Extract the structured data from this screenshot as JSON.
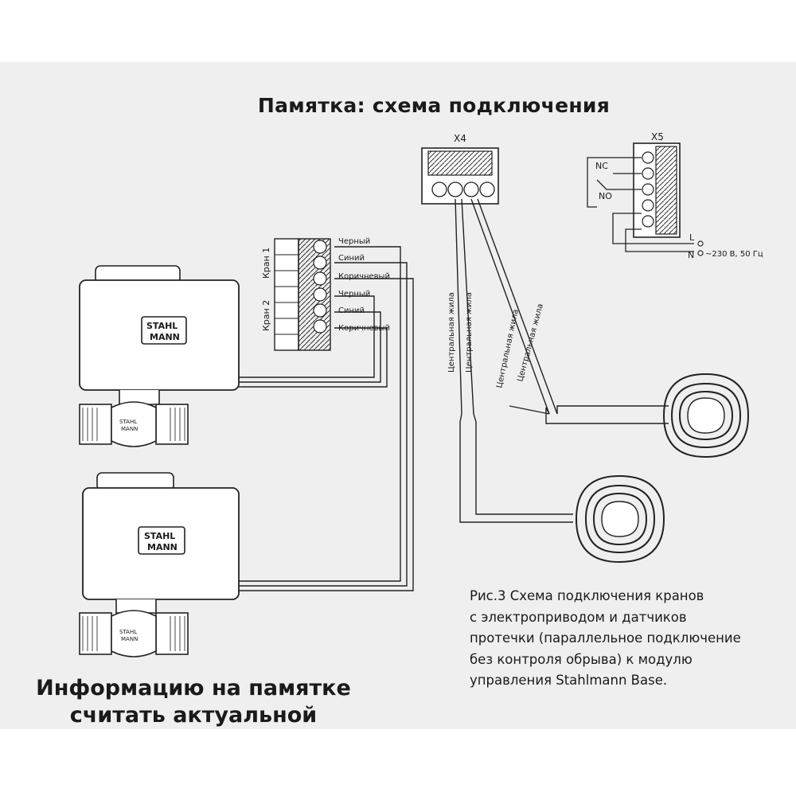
{
  "title": "Памятка: схема подключения",
  "connectors": {
    "x4": "X4",
    "x5": "X5"
  },
  "relay": {
    "nc": "NC",
    "no": "NO",
    "l": "L",
    "n": "N",
    "supply": "~230 В, 50 Гц"
  },
  "valve_terminal": {
    "group1_label": "Кран 1",
    "group2_label": "Кран 2",
    "wires": [
      "Черный",
      "Синий",
      "Коричневый",
      "Черный",
      "Синий",
      "Коричневый"
    ]
  },
  "sensor_wires": {
    "core1": "Центральная жила",
    "core2": "Центральная жила",
    "core3": "Центральная жила",
    "core4": "Центральная жила"
  },
  "valves": {
    "brand_line1": "STAHL",
    "brand_line2": "MANN"
  },
  "caption": [
    "Рис.3 Схема подключения кранов",
    "с электроприводом и датчиков",
    "протечки (параллельное подключение",
    "без контроля обрыва) к модулю",
    "управления Stahlmann Base."
  ],
  "notice": [
    "Информацию на памятке",
    "считать актуальной"
  ]
}
